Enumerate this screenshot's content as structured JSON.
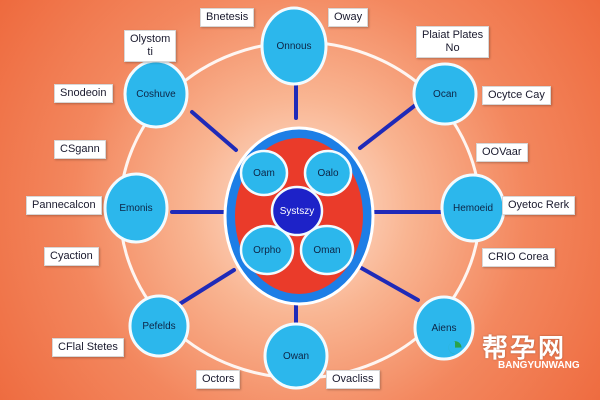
{
  "nodes": [
    {
      "id": "top",
      "label": "Onnous"
    },
    {
      "id": "top-right",
      "label": "Ocan"
    },
    {
      "id": "left",
      "label": "Coshuve"
    },
    {
      "id": "left-mid",
      "label": "Emonis"
    },
    {
      "id": "right-mid",
      "label": "Hemoeid"
    },
    {
      "id": "bottom-left",
      "label": "Pefelds"
    },
    {
      "id": "bottom",
      "label": "Owan"
    },
    {
      "id": "bottom-right",
      "label": "Aiens"
    }
  ],
  "hub": {
    "center": "Systszy",
    "top_left": "Oam",
    "top_right": "Oalo",
    "bottom_left": "Orpho",
    "bottom_right": "Oman"
  },
  "labels": {
    "top_a": "Bnetesis",
    "top_b": "Oway",
    "top_left": "Olystom\nti",
    "top_right": "Plaiat Plates\nNo",
    "left_a": "Snodeoin",
    "right_a": "Ocytce Cay",
    "left_b": "CSgann",
    "right_b": "OOVaar",
    "left_c": "Pannecalcon",
    "right_c": "Oyetoc Rerk",
    "left_d": "Cyaction",
    "right_d": "CRIO Corea",
    "bottom_left_a": "CFlal Stetes",
    "bottom_a": "Octors",
    "bottom_b": "Ovacliss"
  },
  "watermark": {
    "cn": "帮孕网",
    "en": "BANGYUNWANG"
  },
  "colors": {
    "node_fill": "#2cb7ec",
    "node_border": "#f2fbff",
    "spoke": "#1f2ab8",
    "hub_red": "#ea3b2a",
    "hub_ring": "#1d7ee6",
    "hub_center": "#1d22c8"
  }
}
